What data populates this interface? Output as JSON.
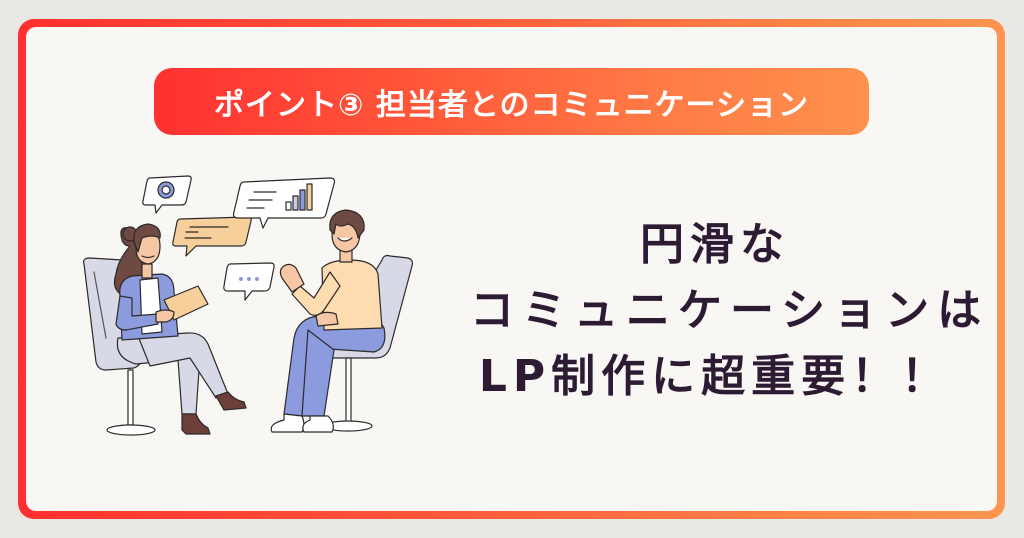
{
  "banner": {
    "title": "ポイント③ 担当者とのコミュニケーション"
  },
  "headline": {
    "lines": [
      "円滑な",
      "コミュニケーションは",
      "LP制作に超重要！！"
    ]
  },
  "colors": {
    "frame_gradient_start": "#ff2f2f",
    "frame_gradient_end": "#ff9550",
    "banner_gradient_start": "#ff3131",
    "banner_gradient_end": "#ff914d",
    "panel_background": "#f9f7f4",
    "page_background": "#e9e8e4",
    "headline_text": "#2d1a33",
    "banner_text": "#ffffff"
  },
  "illustration": {
    "description": "two-people-conversation",
    "icons": [
      "pie-chart-bubble",
      "text-bubble",
      "bar-chart-bubble",
      "typing-dots-bubble"
    ]
  }
}
